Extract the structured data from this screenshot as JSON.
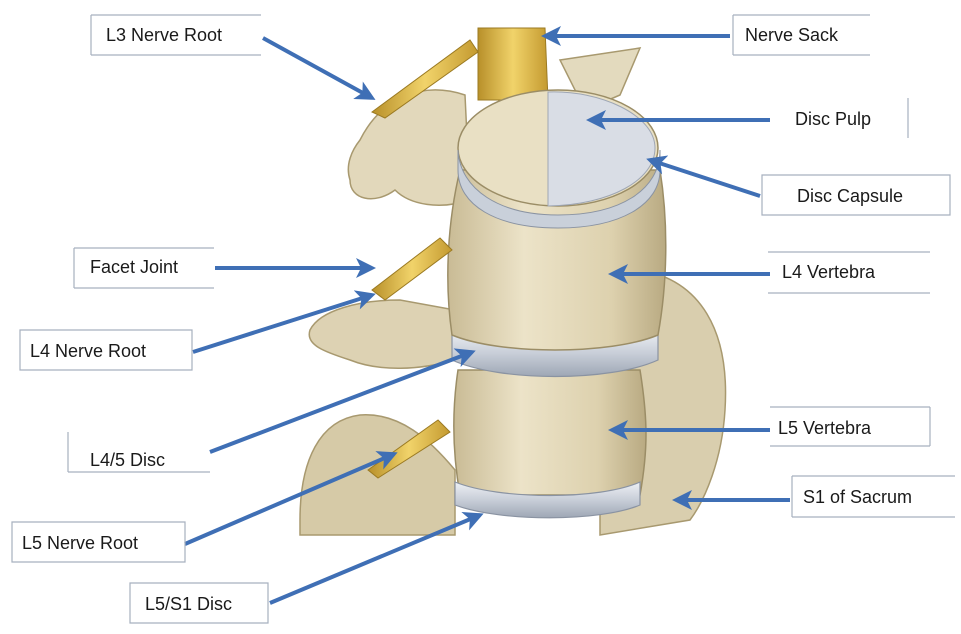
{
  "colors": {
    "arrow": "#3f6fb5",
    "bone": "#e6dcc0",
    "bone_shade": "#c9bb95",
    "disc": "#cdd3dc",
    "nerve": "#e8c24a"
  },
  "labels": {
    "l3_nerve_root": "L3 Nerve Root",
    "nerve_sack": "Nerve Sack",
    "disc_pulp": "Disc Pulp",
    "disc_capsule": "Disc Capsule",
    "facet_joint": "Facet Joint",
    "l4_vertebra": "L4 Vertebra",
    "l4_nerve_root": "L4 Nerve Root",
    "l45_disc": "L4/5 Disc",
    "l5_vertebra": "L5 Vertebra",
    "s1_of_sacrum": "S1 of Sacrum",
    "l5_nerve_root": "L5 Nerve Root",
    "l5s1_disc": "L5/S1 Disc"
  }
}
